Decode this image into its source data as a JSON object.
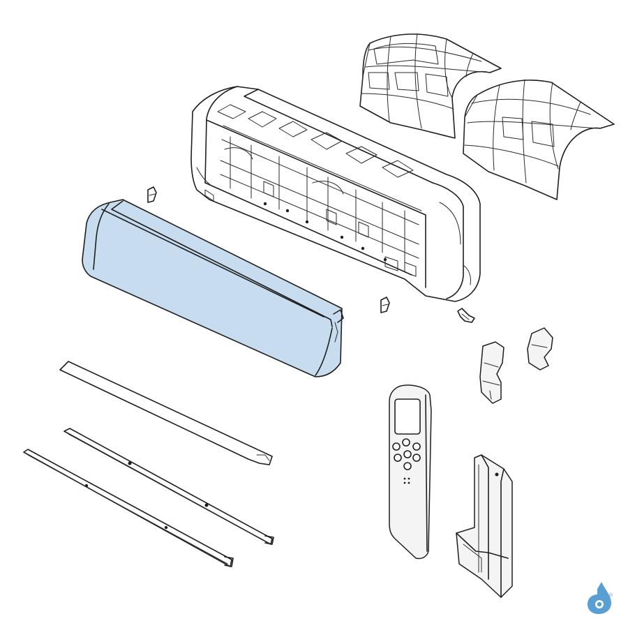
{
  "diagram": {
    "parts": [
      {
        "id": "filter-left"
      },
      {
        "id": "filter-right"
      },
      {
        "id": "indoor-unit-chassis"
      },
      {
        "id": "front-panel",
        "highlight_color": "#c8dcef"
      },
      {
        "id": "panel-clip-left"
      },
      {
        "id": "panel-clip-right"
      },
      {
        "id": "side-bracket"
      },
      {
        "id": "side-cover-large"
      },
      {
        "id": "side-cover-small"
      },
      {
        "id": "display-strip"
      },
      {
        "id": "louver-upper"
      },
      {
        "id": "louver-lower"
      },
      {
        "id": "remote-control"
      },
      {
        "id": "remote-holder"
      }
    ],
    "accent_color": "#5a9fd4",
    "outline_color": "#1e1e1e",
    "brand_mark_icon": "water-drop-logo",
    "brand_mark_symbol": "®"
  }
}
